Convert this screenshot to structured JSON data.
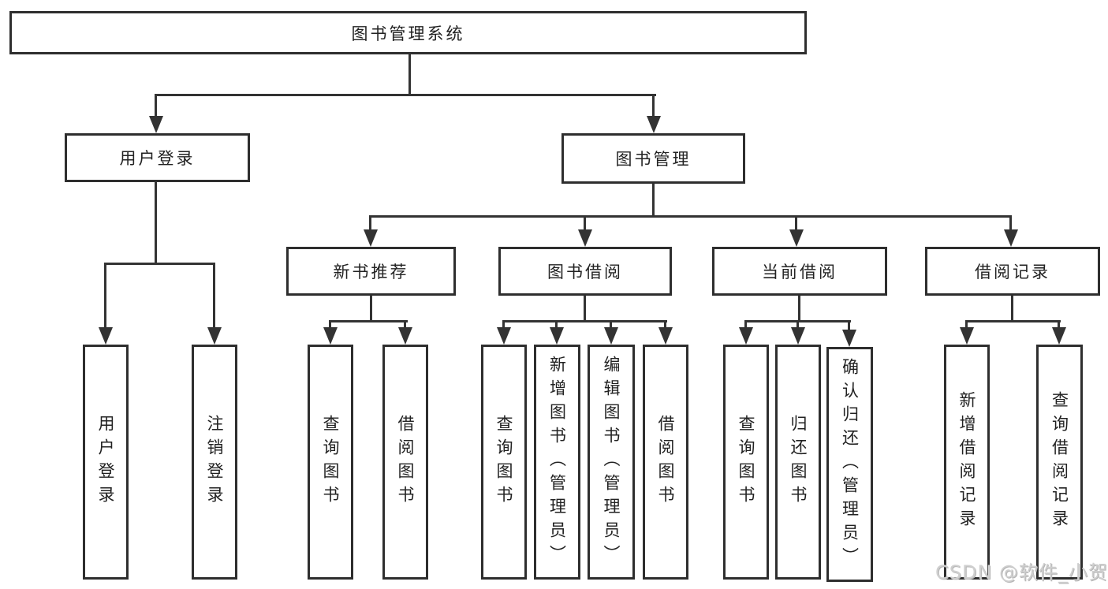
{
  "diagram": {
    "title": "图书管理系统",
    "type": "function-structure-tree"
  },
  "nodes": {
    "root": "图书管理系统",
    "user_login": "用户登录",
    "book_mgmt": "图书管理",
    "new_book_rec": "新书推荐",
    "book_borrow": "图书借阅",
    "current_borrow": "当前借阅",
    "borrow_record": "借阅记录",
    "ul_login": "用户登录",
    "ul_logout": "注销登录",
    "nbr_query": "查询图书",
    "nbr_borrow": "借阅图书",
    "bb_query": "查询图书",
    "bb_add": "新增图书（管理员）",
    "bb_edit": "编辑图书（管理员）",
    "bb_borrow": "借阅图书",
    "cb_query": "查询图书",
    "cb_return": "归还图书",
    "cb_confirm": "确认归还（管理员）",
    "br_add": "新增借阅记录",
    "br_query": "查询借阅记录"
  },
  "watermark": "CSDN @软件_小贺同学",
  "colors": {
    "background": "#ffffff",
    "box_border": "#2e2e2e",
    "connector_line": "#333333",
    "text": "#222222",
    "watermark": "#cfcfcf"
  }
}
